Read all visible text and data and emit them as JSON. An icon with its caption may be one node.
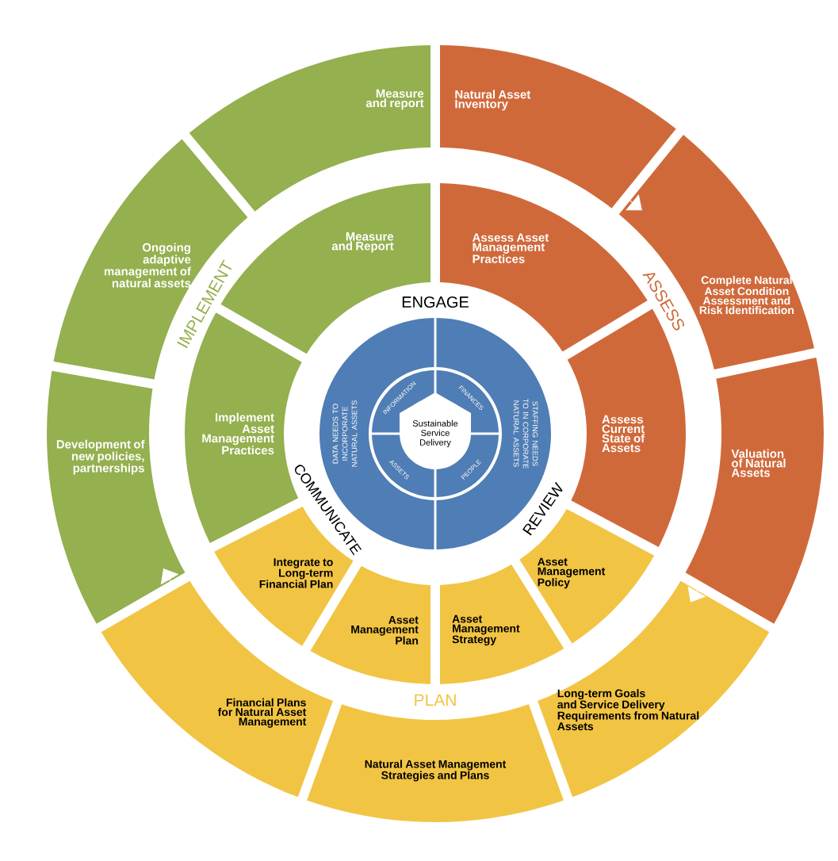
{
  "diagram": {
    "nodes": [
      {
        "text": [
          "Measure and report"
        ]
      },
      {
        "text": [
          "Natural Asset Inventory"
        ]
      },
      {
        "text": [
          "Ongoing adaptive management of natural assets"
        ]
      },
      {
        "text": [
          "Measure and Report"
        ]
      },
      {
        "text": [
          "Assess Asset Management Practices"
        ]
      },
      {
        "text": [
          "Complete Natural Asset Condition Assessment and Risk Identification"
        ]
      },
      {
        "text": [
          "DATA NEEDS TO INCORPORATE NATURAL ASSETS"
        ]
      },
      {
        "text": [
          "INFORMATION"
        ]
      },
      {
        "text": [
          "FINANCES"
        ]
      },
      {
        "text": [
          "STAFFING NEEDS TO IN CORPORATE NATURAL ASSETS"
        ]
      },
      {
        "text": [
          "Sustainable Service Delivery"
        ]
      },
      {
        "text": [
          "Development of new policies, partnerships"
        ]
      },
      {
        "text": [
          "Implement Asset Management Practices"
        ]
      },
      {
        "text": [
          "ASSETS"
        ]
      },
      {
        "text": [
          "PEOPLE"
        ]
      },
      {
        "text": [
          "Assess Current State of Assets"
        ]
      },
      {
        "text": [
          "Valuation of Natural Assets"
        ]
      },
      {
        "text": [
          "Integrate to Long-term Financial Plan"
        ]
      },
      {
        "text": [
          "Asset Management Policy"
        ]
      },
      {
        "text": [
          "Asset Management Plan"
        ]
      },
      {
        "text": [
          "Asset Management Strategy"
        ]
      },
      {
        "text": [
          "Financial Plans for Natural Asset Management"
        ]
      },
      {
        "text": [
          "Natural Asset Management Strategies and Plans"
        ]
      },
      {
        "text": [
          "Long-term Goals and Service Delivery Requirements from Natural Assets"
        ]
      }
    ],
    "edges": [
      {
        "from": 1,
        "to": 5,
        "arrow": "to"
      },
      {
        "from": 16,
        "to": 23,
        "arrow": "to"
      },
      {
        "from": 21,
        "to": 11,
        "arrow": "to"
      }
    ],
    "labels": [
      "IMPLEMENT",
      "ENGAGE",
      "ASSESS",
      "COMMUNICATE",
      "REVIEW",
      "PLAN"
    ]
  }
}
